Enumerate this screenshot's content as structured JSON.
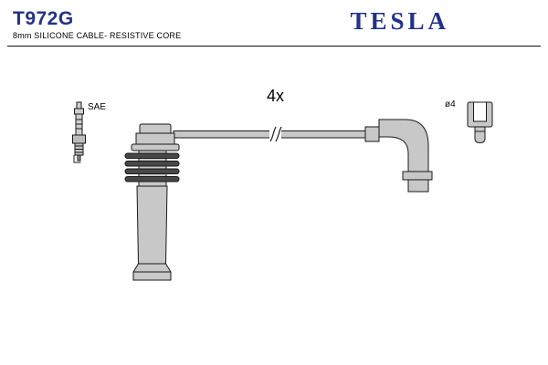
{
  "header": {
    "part_number": "T972G",
    "subtitle": "8mm SILICONE CABLE- RESISTIVE CORE",
    "brand": "TESLA",
    "accent_color": "#21338b"
  },
  "diagram": {
    "spark_plug_label": "SAE",
    "quantity_label": "4x",
    "diameter_label": "ø4"
  }
}
